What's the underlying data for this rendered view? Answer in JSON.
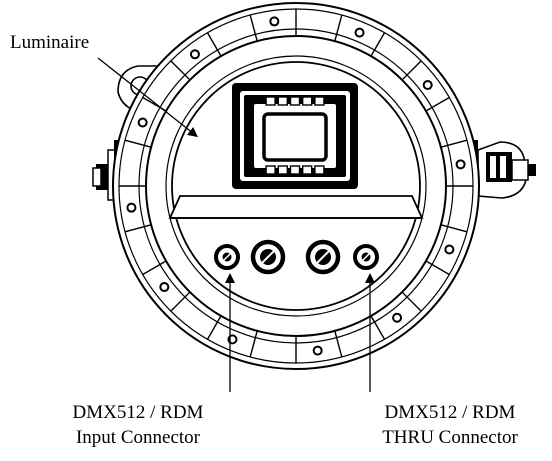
{
  "labels": {
    "luminaire": "Luminaire",
    "input_line1": "DMX512 / RDM",
    "input_line2": "Input Connector",
    "thru_line1": "DMX512 / RDM",
    "thru_line2": "THRU Connector"
  },
  "display": {
    "button_count_top": 5,
    "button_count_bottom": 5
  },
  "colors": {
    "line": "#000000",
    "background": "#ffffff"
  }
}
